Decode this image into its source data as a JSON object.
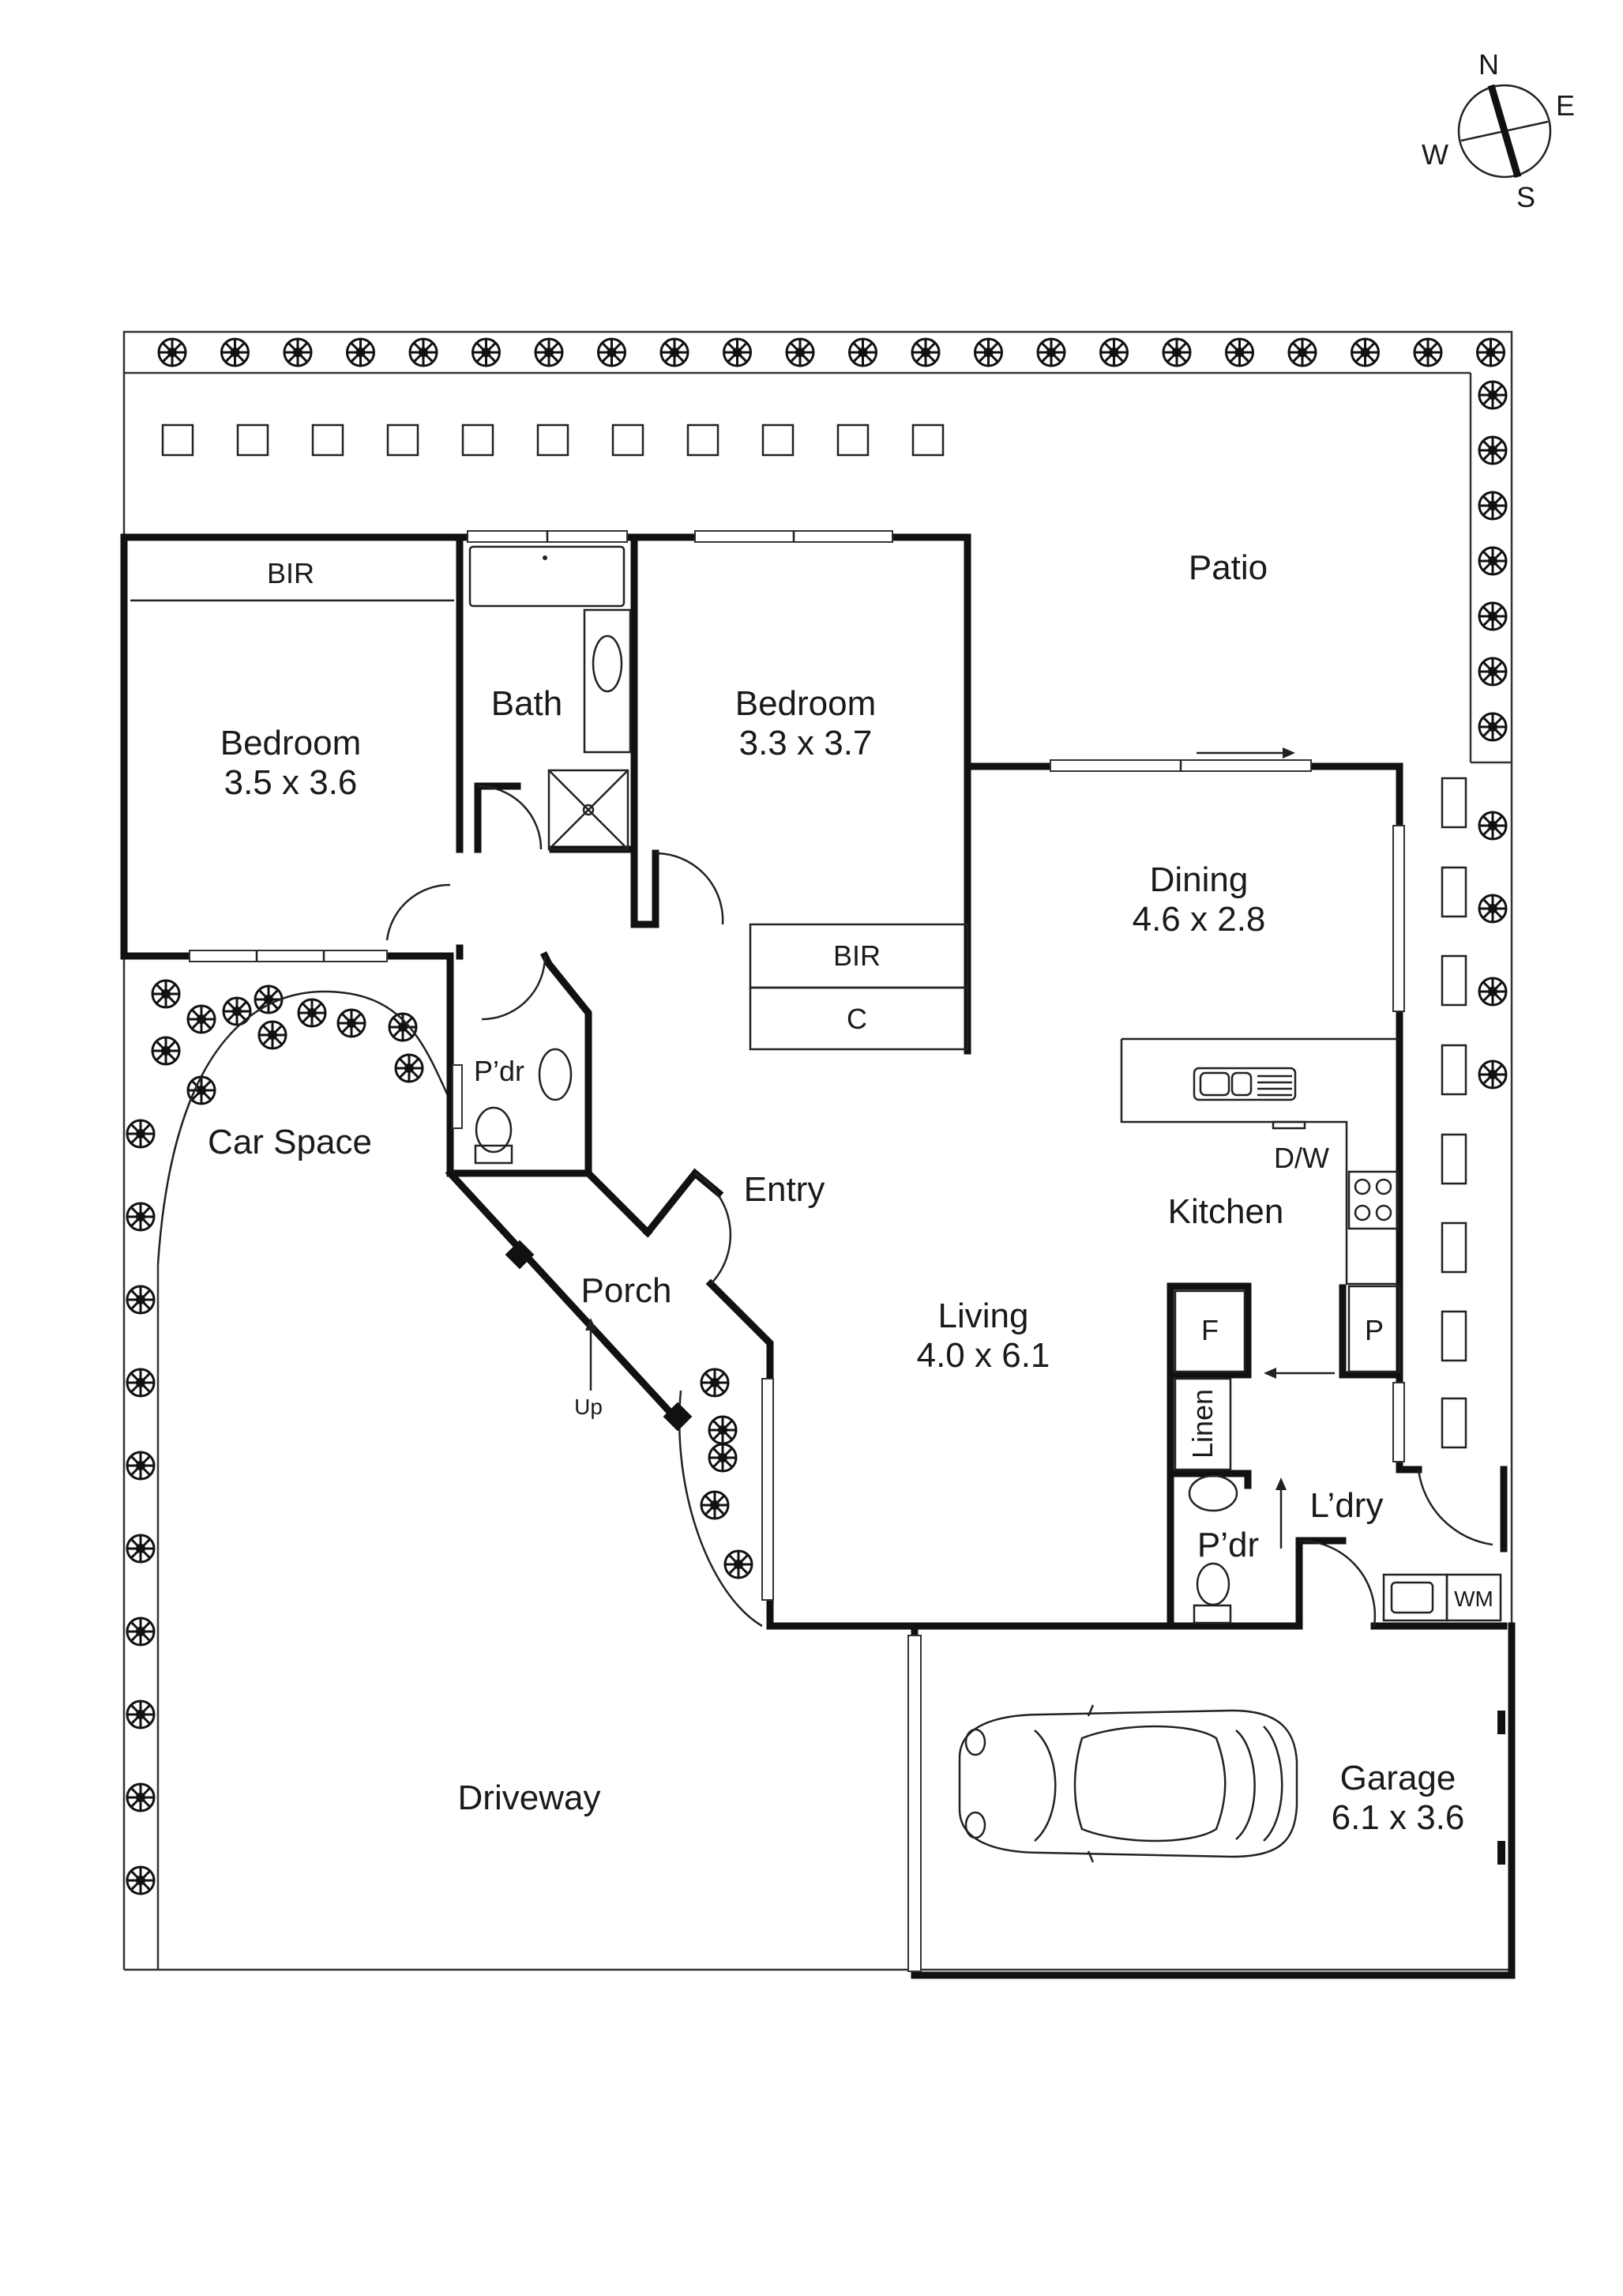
{
  "compass": {
    "n": "N",
    "e": "E",
    "s": "S",
    "w": "W"
  },
  "rooms": {
    "patio": "Patio",
    "bir_left": "BIR",
    "bedroom1": {
      "name": "Bedroom",
      "dims": "3.5 x 3.6"
    },
    "bath": "Bath",
    "bedroom2": {
      "name": "Bedroom",
      "dims": "3.3 x 3.7"
    },
    "bir_mid": "BIR",
    "cupboard": "C",
    "dining": {
      "name": "Dining",
      "dims": "4.6 x 2.8"
    },
    "powder1": "P’dr",
    "car_space": "Car Space",
    "entry": "Entry",
    "dishwasher": "D/W",
    "kitchen": "Kitchen",
    "porch": "Porch",
    "porch_step": "Up",
    "living": {
      "name": "Living",
      "dims": "4.0 x 6.1"
    },
    "fridge": "F",
    "pantry": "P",
    "linen": "Linen",
    "laundry": "L’dry",
    "powder2": "P’dr",
    "washing_machine": "WM",
    "driveway": "Driveway",
    "garage": {
      "name": "Garage",
      "dims": "6.1 x 3.6"
    }
  }
}
